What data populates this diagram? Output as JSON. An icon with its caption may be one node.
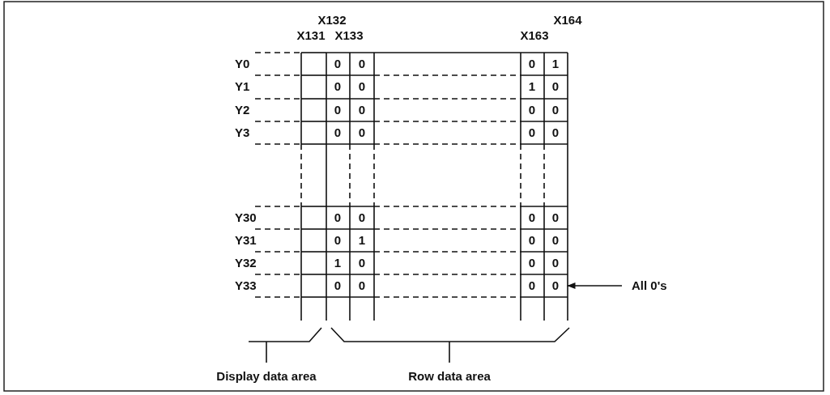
{
  "diagram": {
    "nodes": [
      {
        "text": [
          "All 0's"
        ]
      },
      {
        "text": [
          "0"
        ]
      }
    ],
    "edges": [
      {
        "from": 0,
        "to": 1,
        "arrow": "to"
      }
    ],
    "labels": [
      "X132",
      "X164",
      "X131",
      "X133",
      "X163",
      "Y0",
      "0",
      "0",
      "0",
      "1",
      "Y1",
      "0",
      "0",
      "1",
      "0",
      "Y2",
      "0",
      "0",
      "0",
      "0",
      "Y3",
      "0",
      "0",
      "0",
      "0",
      "Y30",
      "0",
      "0",
      "0",
      "0",
      "Y31",
      "0",
      "1",
      "0",
      "0",
      "Y32",
      "1",
      "0",
      "0",
      "0",
      "Y33",
      "0",
      "0",
      "0",
      "Display data area",
      "Row data area"
    ]
  }
}
